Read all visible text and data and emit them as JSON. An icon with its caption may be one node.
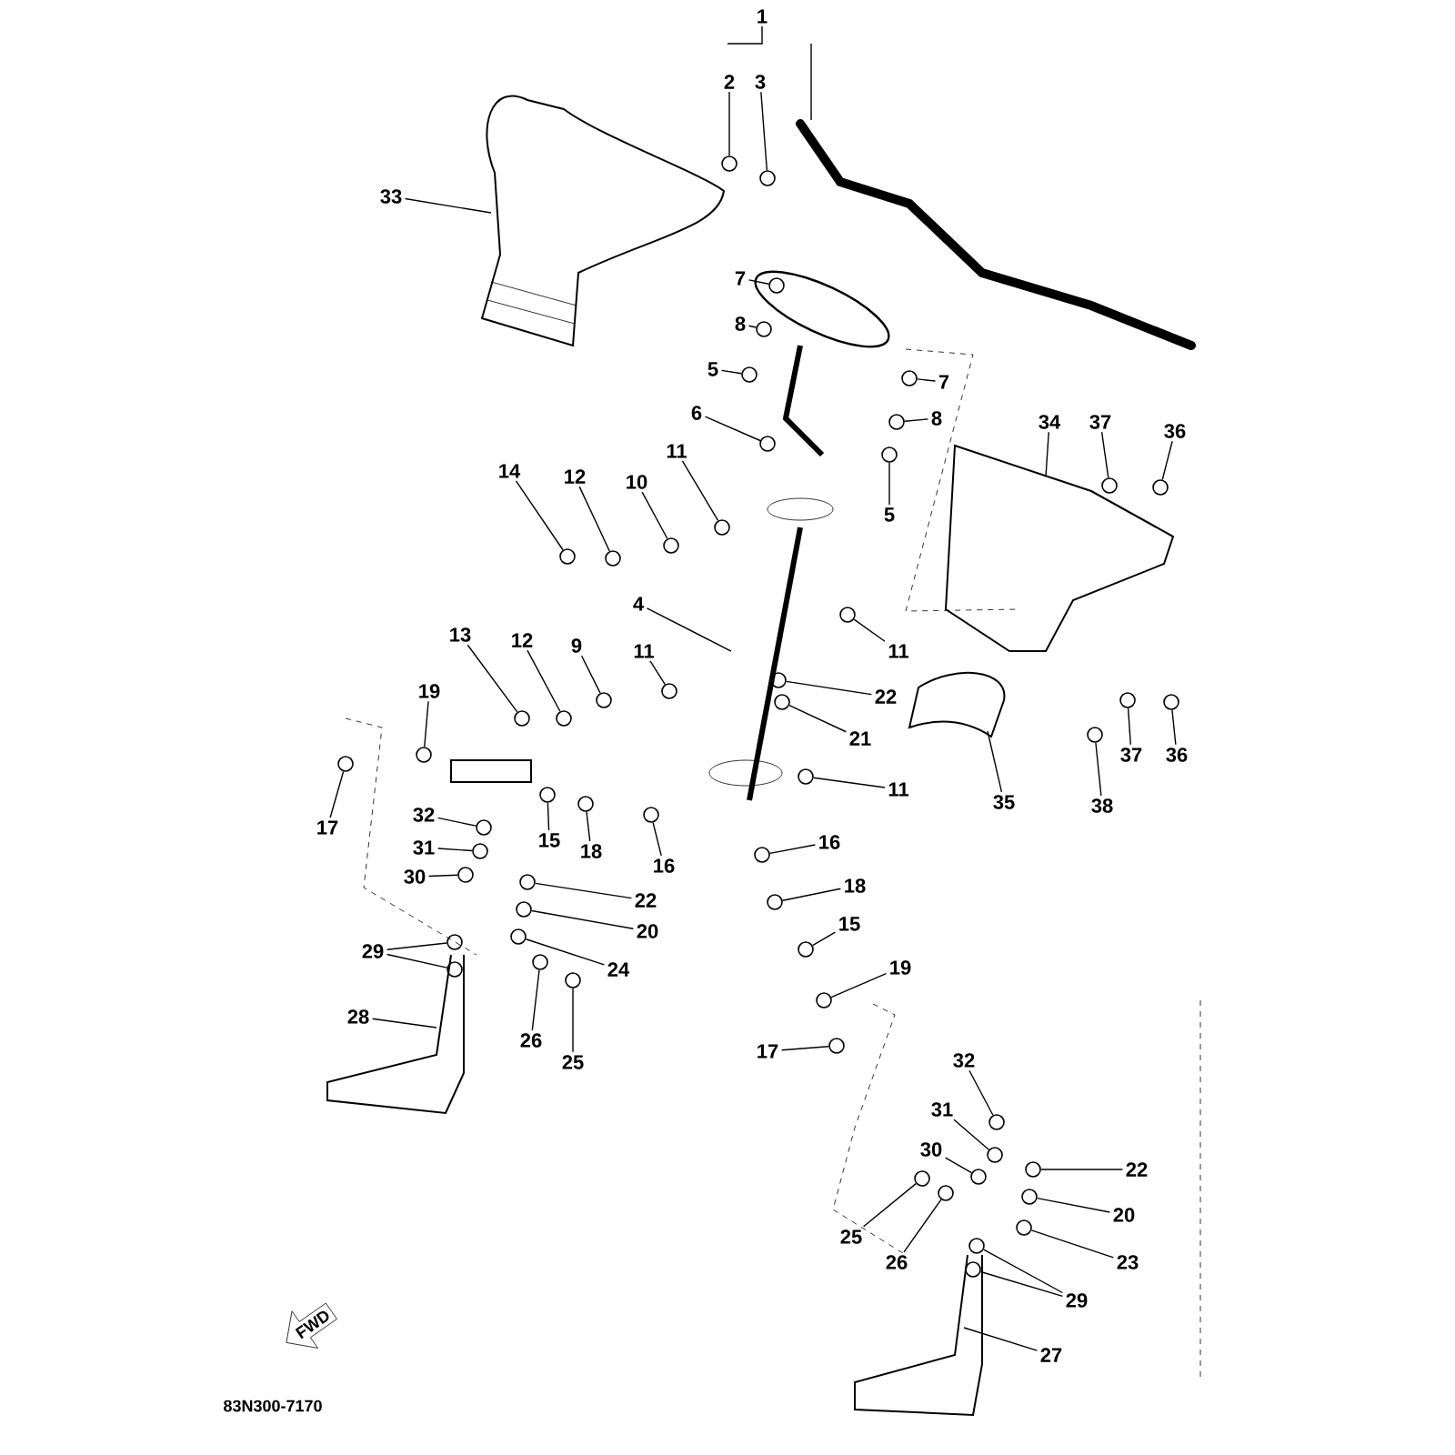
{
  "diagram": {
    "nodes": [
      {
        "text": [
          "1"
        ]
      },
      {
        "text": [
          "2"
        ]
      },
      {
        "text": [
          "3"
        ]
      },
      {
        "text": [
          "33"
        ]
      },
      {
        "text": [
          "7"
        ]
      },
      {
        "text": [
          "8"
        ]
      },
      {
        "text": [
          "5"
        ]
      },
      {
        "text": [
          "7"
        ]
      },
      {
        "text": [
          "6"
        ]
      },
      {
        "text": [
          "8"
        ]
      },
      {
        "text": [
          "34"
        ]
      },
      {
        "text": [
          "37"
        ]
      },
      {
        "text": [
          "36"
        ]
      },
      {
        "text": [
          "11"
        ]
      },
      {
        "text": [
          "14"
        ]
      },
      {
        "text": [
          "12"
        ]
      },
      {
        "text": [
          "10"
        ]
      },
      {
        "text": [
          "5"
        ]
      },
      {
        "text": [
          "4"
        ]
      },
      {
        "text": [
          "13"
        ]
      },
      {
        "text": [
          "12"
        ]
      },
      {
        "text": [
          "9"
        ]
      },
      {
        "text": [
          "11"
        ]
      },
      {
        "text": [
          "11"
        ]
      },
      {
        "text": [
          "19"
        ]
      },
      {
        "text": [
          "22"
        ]
      },
      {
        "text": [
          "21"
        ]
      },
      {
        "text": [
          "37"
        ]
      },
      {
        "text": [
          "36"
        ]
      },
      {
        "text": [
          "11"
        ]
      },
      {
        "text": [
          "35"
        ]
      },
      {
        "text": [
          "38"
        ]
      },
      {
        "text": [
          "32"
        ]
      },
      {
        "text": [
          "17"
        ]
      },
      {
        "text": [
          "15"
        ]
      },
      {
        "text": [
          "16"
        ]
      },
      {
        "text": [
          "31"
        ]
      },
      {
        "text": [
          "18"
        ]
      },
      {
        "text": [
          "16"
        ]
      },
      {
        "text": [
          "30"
        ]
      },
      {
        "text": [
          "18"
        ]
      },
      {
        "text": [
          "22"
        ]
      },
      {
        "text": [
          "15"
        ]
      },
      {
        "text": [
          "20"
        ]
      },
      {
        "text": [
          "29"
        ]
      },
      {
        "text": [
          "19"
        ]
      },
      {
        "text": [
          "24"
        ]
      },
      {
        "text": [
          "28"
        ]
      },
      {
        "text": [
          "26"
        ]
      },
      {
        "text": [
          "17"
        ]
      },
      {
        "text": [
          "32"
        ]
      },
      {
        "text": [
          "25"
        ]
      },
      {
        "text": [
          "31"
        ]
      },
      {
        "text": [
          "30"
        ]
      },
      {
        "text": [
          "22"
        ]
      },
      {
        "text": [
          "20"
        ]
      },
      {
        "text": [
          "25"
        ]
      },
      {
        "text": [
          "26"
        ]
      },
      {
        "text": [
          "23"
        ]
      },
      {
        "text": [
          "29"
        ]
      },
      {
        "text": [
          "27"
        ]
      },
      {
        "text": [
          "FWD"
        ]
      },
      {
        "text": [],
        "shape": "circle"
      },
      {
        "text": [],
        "shape": "circle"
      },
      {
        "text": [],
        "shape": "circle"
      },
      {
        "text": [],
        "shape": "circle"
      },
      {
        "text": [],
        "shape": "circle"
      },
      {
        "text": [],
        "shape": "circle"
      },
      {
        "text": [],
        "shape": "circle"
      },
      {
        "text": [],
        "shape": "circle"
      },
      {
        "text": [],
        "shape": "circle"
      },
      {
        "text": [],
        "shape": "circle"
      },
      {
        "text": [],
        "shape": "circle"
      },
      {
        "text": [],
        "shape": "circle"
      },
      {
        "text": [],
        "shape": "circle"
      },
      {
        "text": [],
        "shape": "circle"
      },
      {
        "text": [],
        "shape": "circle"
      },
      {
        "text": [],
        "shape": "circle"
      },
      {
        "text": [],
        "shape": "circle"
      },
      {
        "text": [],
        "shape": "circle"
      },
      {
        "text": [],
        "shape": "circle"
      },
      {
        "text": [],
        "shape": "circle"
      },
      {
        "text": [],
        "shape": "circle"
      },
      {
        "text": [],
        "shape": "circle"
      },
      {
        "text": [],
        "shape": "circle"
      },
      {
        "text": [],
        "shape": "circle"
      },
      {
        "text": [],
        "shape": "circle"
      },
      {
        "text": [],
        "shape": "circle"
      },
      {
        "text": [],
        "shape": "circle"
      },
      {
        "text": [],
        "shape": "circle"
      },
      {
        "text": [],
        "shape": "circle"
      },
      {
        "text": [],
        "shape": "circle"
      },
      {
        "text": [],
        "shape": "circle"
      },
      {
        "text": [],
        "shape": "circle"
      },
      {
        "text": [],
        "shape": "circle"
      },
      {
        "text": [],
        "shape": "circle"
      },
      {
        "text": [],
        "shape": "circle"
      },
      {
        "text": [],
        "shape": "circle"
      },
      {
        "text": [],
        "shape": "circle"
      },
      {
        "text": [],
        "shape": "circle"
      },
      {
        "text": [],
        "shape": "circle"
      },
      {
        "text": [],
        "shape": "circle"
      },
      {
        "text": [],
        "shape": "circle"
      },
      {
        "text": [],
        "shape": "circle"
      },
      {
        "text": [],
        "shape": "circle"
      },
      {
        "text": [],
        "shape": "circle"
      },
      {
        "text": [],
        "shape": "circle"
      },
      {
        "text": [],
        "shape": "circle"
      },
      {
        "text": [],
        "shape": "circle"
      },
      {
        "text": [],
        "shape": "circle"
      },
      {
        "text": [],
        "shape": "circle"
      },
      {
        "text": [],
        "shape": "circle"
      },
      {
        "text": [],
        "shape": "circle"
      },
      {
        "text": [],
        "shape": "circle"
      },
      {
        "text": [],
        "shape": "circle"
      },
      {
        "text": [],
        "shape": "circle"
      },
      {
        "text": [],
        "shape": "circle"
      },
      {
        "text": [],
        "shape": "circle"
      }
    ],
    "edges": [
      {
        "from": 0,
        "to": null,
        "arrow": "none"
      },
      {
        "from": 1,
        "to": 62,
        "arrow": "none"
      },
      {
        "from": 2,
        "to": 63,
        "arrow": "none"
      },
      {
        "from": 3,
        "to": null,
        "arrow": "none"
      },
      {
        "from": 4,
        "to": 64,
        "arrow": "none"
      },
      {
        "from": 5,
        "to": 65,
        "arrow": "none"
      },
      {
        "from": 6,
        "to": 66,
        "arrow": "none"
      },
      {
        "from": 7,
        "to": 67,
        "arrow": "none"
      },
      {
        "from": 8,
        "to": 68,
        "arrow": "none"
      },
      {
        "from": 9,
        "to": 69,
        "arrow": "none"
      },
      {
        "from": 10,
        "to": null,
        "arrow": "none"
      },
      {
        "from": 11,
        "to": 70,
        "arrow": "none"
      },
      {
        "from": 12,
        "to": 71,
        "arrow": "none"
      },
      {
        "from": 13,
        "to": 72,
        "arrow": "none"
      },
      {
        "from": 14,
        "to": 73,
        "arrow": "none"
      },
      {
        "from": 15,
        "to": 74,
        "arrow": "none"
      },
      {
        "from": 16,
        "to": 75,
        "arrow": "none"
      },
      {
        "from": 17,
        "to": 76,
        "arrow": "none"
      },
      {
        "from": 18,
        "to": null,
        "arrow": "none"
      },
      {
        "from": 19,
        "to": 77,
        "arrow": "none"
      },
      {
        "from": 20,
        "to": 78,
        "arrow": "none"
      },
      {
        "from": 21,
        "to": 79,
        "arrow": "none"
      },
      {
        "from": 22,
        "to": 80,
        "arrow": "none"
      },
      {
        "from": 23,
        "to": 81,
        "arrow": "none"
      },
      {
        "from": 24,
        "to": 82,
        "arrow": "none"
      },
      {
        "from": 25,
        "to": 83,
        "arrow": "none"
      },
      {
        "from": 26,
        "to": 84,
        "arrow": "none"
      },
      {
        "from": 27,
        "to": 85,
        "arrow": "none"
      },
      {
        "from": 28,
        "to": 86,
        "arrow": "none"
      },
      {
        "from": 29,
        "to": 87,
        "arrow": "none"
      },
      {
        "from": 30,
        "to": null,
        "arrow": "none"
      },
      {
        "from": 31,
        "to": 88,
        "arrow": "none"
      },
      {
        "from": 32,
        "to": 89,
        "arrow": "none"
      },
      {
        "from": 33,
        "to": 90,
        "arrow": "none"
      },
      {
        "from": 34,
        "to": 91,
        "arrow": "none"
      },
      {
        "from": 35,
        "to": 92,
        "arrow": "none"
      },
      {
        "from": 36,
        "to": 93,
        "arrow": "none"
      },
      {
        "from": 37,
        "to": 94,
        "arrow": "none"
      },
      {
        "from": 38,
        "to": 95,
        "arrow": "none"
      },
      {
        "from": 39,
        "to": 96,
        "arrow": "none"
      },
      {
        "from": 40,
        "to": 97,
        "arrow": "none"
      },
      {
        "from": 41,
        "to": 98,
        "arrow": "none"
      },
      {
        "from": 42,
        "to": 99,
        "arrow": "none"
      },
      {
        "from": 43,
        "to": 100,
        "arrow": "none"
      },
      {
        "from": 44,
        "to": 101,
        "arrow": "none"
      },
      {
        "from": 44,
        "to": 102,
        "arrow": "none"
      },
      {
        "from": 45,
        "to": 103,
        "arrow": "none"
      },
      {
        "from": 46,
        "to": 104,
        "arrow": "none"
      },
      {
        "from": 47,
        "to": null,
        "arrow": "none"
      },
      {
        "from": 48,
        "to": 105,
        "arrow": "none"
      },
      {
        "from": 49,
        "to": 106,
        "arrow": "none"
      },
      {
        "from": 50,
        "to": 107,
        "arrow": "none"
      },
      {
        "from": 51,
        "to": 108,
        "arrow": "none"
      },
      {
        "from": 52,
        "to": 109,
        "arrow": "none"
      },
      {
        "from": 53,
        "to": 110,
        "arrow": "none"
      },
      {
        "from": 54,
        "to": 111,
        "arrow": "none"
      },
      {
        "from": 55,
        "to": 112,
        "arrow": "none"
      },
      {
        "from": 56,
        "to": 113,
        "arrow": "none"
      },
      {
        "from": 57,
        "to": 114,
        "arrow": "none"
      },
      {
        "from": 58,
        "to": 115,
        "arrow": "none"
      },
      {
        "from": 59,
        "to": 116,
        "arrow": "none"
      },
      {
        "from": 59,
        "to": 117,
        "arrow": "none"
      },
      {
        "from": 60,
        "to": null,
        "arrow": "none"
      }
    ],
    "labels": [
      "83N300-7170"
    ]
  }
}
